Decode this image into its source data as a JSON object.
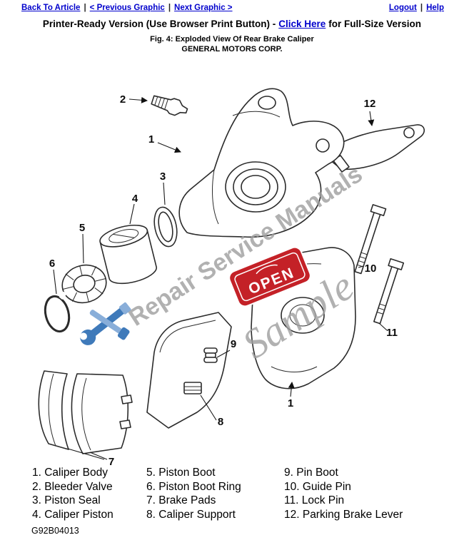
{
  "nav": {
    "back_to_article": "Back To Article",
    "previous_graphic": "< Previous Graphic",
    "next_graphic": "Next Graphic >",
    "logout": "Logout",
    "help": "Help",
    "separator": "|"
  },
  "header": {
    "printer_ready_prefix": "Printer-Ready Version (Use Browser Print Button) -",
    "click_here": "Click Here",
    "printer_ready_suffix": "for Full-Size Version",
    "figure_caption": "Fig. 4: Exploded View Of Rear Brake Caliper",
    "company": "GENERAL MOTORS CORP."
  },
  "diagram": {
    "watermark_title": "Repair Service Manuals",
    "watermark_sample": "Sample",
    "open_badge": "OPEN",
    "callouts": {
      "caliper_body": "1",
      "bleeder_valve": "2",
      "piston_seal": "3",
      "caliper_piston": "4",
      "piston_boot": "5",
      "piston_boot_ring": "6",
      "brake_pads": "7",
      "caliper_support": "8",
      "pin_boot": "9",
      "guide_pin": "10",
      "lock_pin": "11",
      "parking_brake_lever": "12",
      "caliper_body_lower": "1"
    }
  },
  "legend": {
    "col1": [
      "1. Caliper Body",
      "2. Bleeder Valve",
      "3. Piston Seal",
      "4. Caliper Piston"
    ],
    "col2": [
      "5. Piston Boot",
      "6. Piston Boot Ring",
      "7. Brake Pads",
      "8. Caliper Support"
    ],
    "col3": [
      "9. Pin Boot",
      "10. Guide Pin",
      "11. Lock Pin",
      "12. Parking Brake Lever"
    ]
  },
  "footer": {
    "figure_id": "G92B04013"
  },
  "colors": {
    "link": "#0000cc",
    "watermark": "#9e9e9e",
    "open_red": "#c42127",
    "tool_blue": "#2f6fb5"
  }
}
